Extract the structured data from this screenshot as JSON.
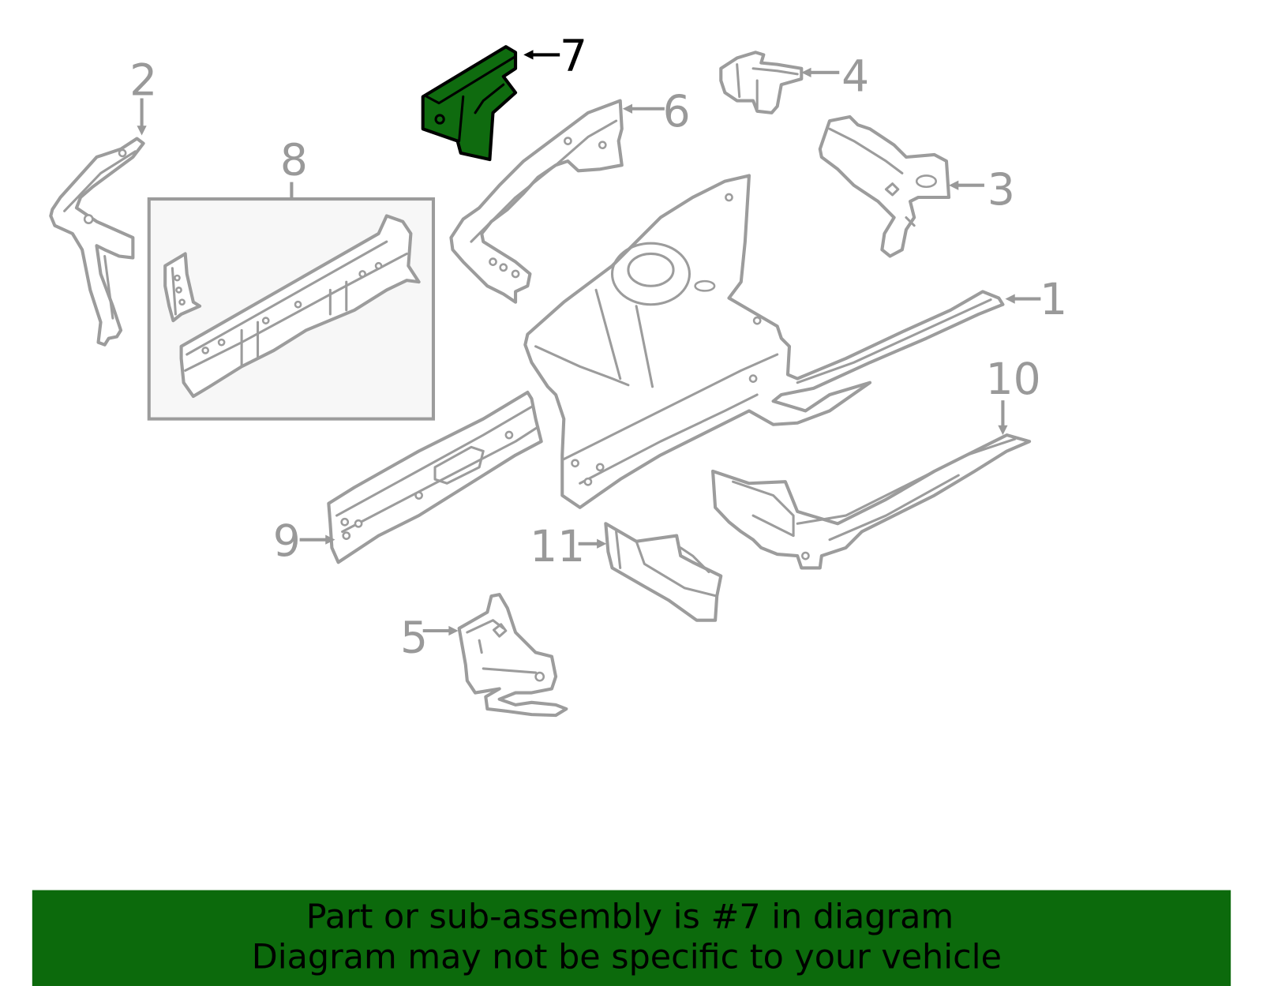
{
  "diagram": {
    "callouts": [
      {
        "label": "1",
        "highlighted": false
      },
      {
        "label": "2",
        "highlighted": false
      },
      {
        "label": "3",
        "highlighted": false
      },
      {
        "label": "4",
        "highlighted": false
      },
      {
        "label": "5",
        "highlighted": false
      },
      {
        "label": "6",
        "highlighted": false
      },
      {
        "label": "7",
        "highlighted": true
      },
      {
        "label": "8",
        "highlighted": false
      },
      {
        "label": "9",
        "highlighted": false
      },
      {
        "label": "10",
        "highlighted": false
      },
      {
        "label": "11",
        "highlighted": false
      }
    ]
  },
  "banner": {
    "line1": "Part or sub-assembly is #7 in diagram",
    "line2": "Diagram may not be specific to your vehicle"
  },
  "colors": {
    "highlight": "#0f6b0f",
    "outline": "#9c9c9c",
    "callout": "#999999",
    "callout_highlighted": "#000000",
    "banner_background": "#0c6a0c",
    "banner_text": "#000000",
    "box_fill": "#f7f7f7"
  }
}
